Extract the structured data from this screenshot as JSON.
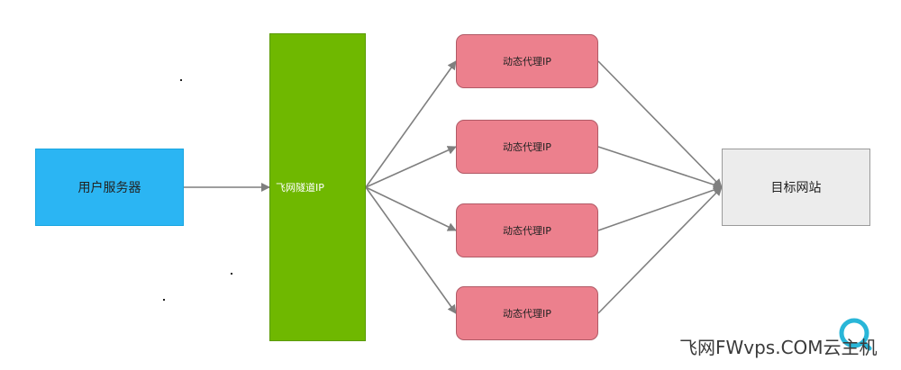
{
  "colors": {
    "user_server_fill": "#2bb5f3",
    "tunnel_fill": "#6fb800",
    "proxy_fill": "#ec808d",
    "target_fill": "#ececec",
    "arrow": "#7f7f7f"
  },
  "nodes": {
    "user_server": "用户服务器",
    "tunnel": "飞网隧道IP",
    "proxies": [
      "动态代理IP",
      "动态代理IP",
      "动态代理IP",
      "动态代理IP"
    ],
    "target": "目标网站"
  },
  "edges": [
    {
      "from": "user_server",
      "to": "tunnel"
    },
    {
      "from": "tunnel",
      "to": "proxy_1"
    },
    {
      "from": "tunnel",
      "to": "proxy_2"
    },
    {
      "from": "tunnel",
      "to": "proxy_3"
    },
    {
      "from": "tunnel",
      "to": "proxy_4"
    },
    {
      "from": "proxy_1",
      "to": "target"
    },
    {
      "from": "proxy_2",
      "to": "target"
    },
    {
      "from": "proxy_3",
      "to": "target"
    },
    {
      "from": "proxy_4",
      "to": "target"
    }
  ],
  "watermark": {
    "text": "飞网FWvps.COM云主机",
    "icon": "search-ring-logo"
  }
}
